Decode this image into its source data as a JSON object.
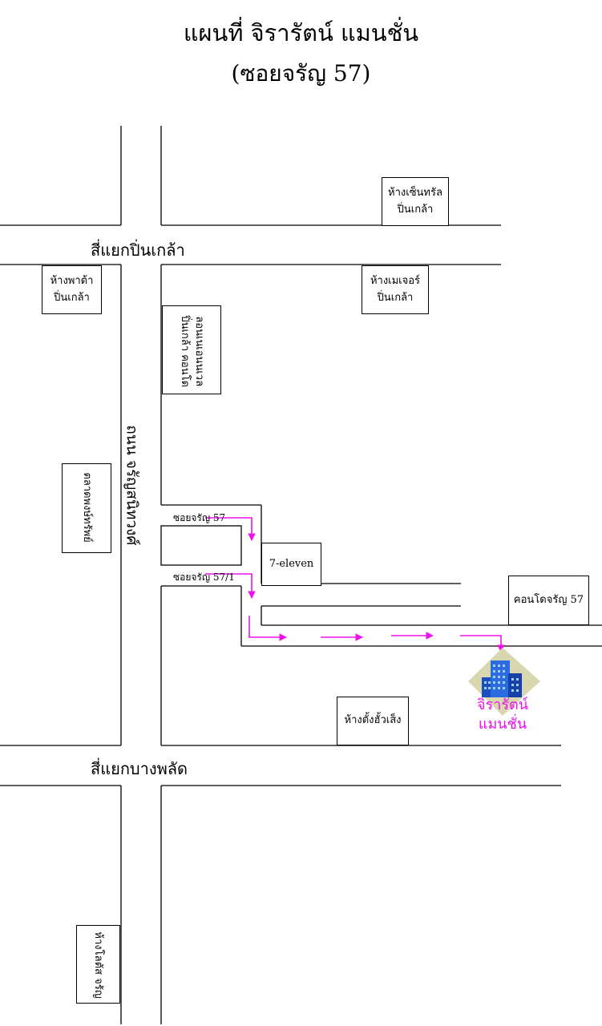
{
  "title": "แผนที่ จิรารัตน์ แมนชั่น",
  "subtitle": "(ซอยจรัญ 57)",
  "roads": {
    "junction_pinklao": "สี่แยกปิ่นเกล้า",
    "junction_bangphlat": "สี่แยกบางพลัด",
    "main_road": "ถนน จรัญสนิทวงศ์",
    "soi_57": "ซอยจรัญ 57",
    "soi_57_1": "ซอยจรัญ 57/1"
  },
  "places": {
    "central": [
      "ห้างเซ็นทรัล",
      "ปิ่นเกล้า"
    ],
    "pata": [
      "ห้างพาต้า",
      "ปิ่นเกล้า"
    ],
    "major": [
      "ห้างเมเจอร์",
      "ปิ่นเกล้า"
    ],
    "condo_pinklao": [
      "ลอนเนเอนนเวล",
      "ปิ่นเกล้า คอนโด"
    ],
    "market": "ตลาดพงษ์ทรัพย์",
    "seven_eleven": "7-eleven",
    "condo_charan": "คอนโดจรัญ 57",
    "hangtang": "ห้างตั้งฮั้วเส็ง",
    "lotus": "ห้างโลตัส จรัญ"
  },
  "destination": [
    "จิรารัตน์",
    "แมนชั่น"
  ],
  "colors": {
    "route": "#ee10ee",
    "line": "#000000"
  }
}
